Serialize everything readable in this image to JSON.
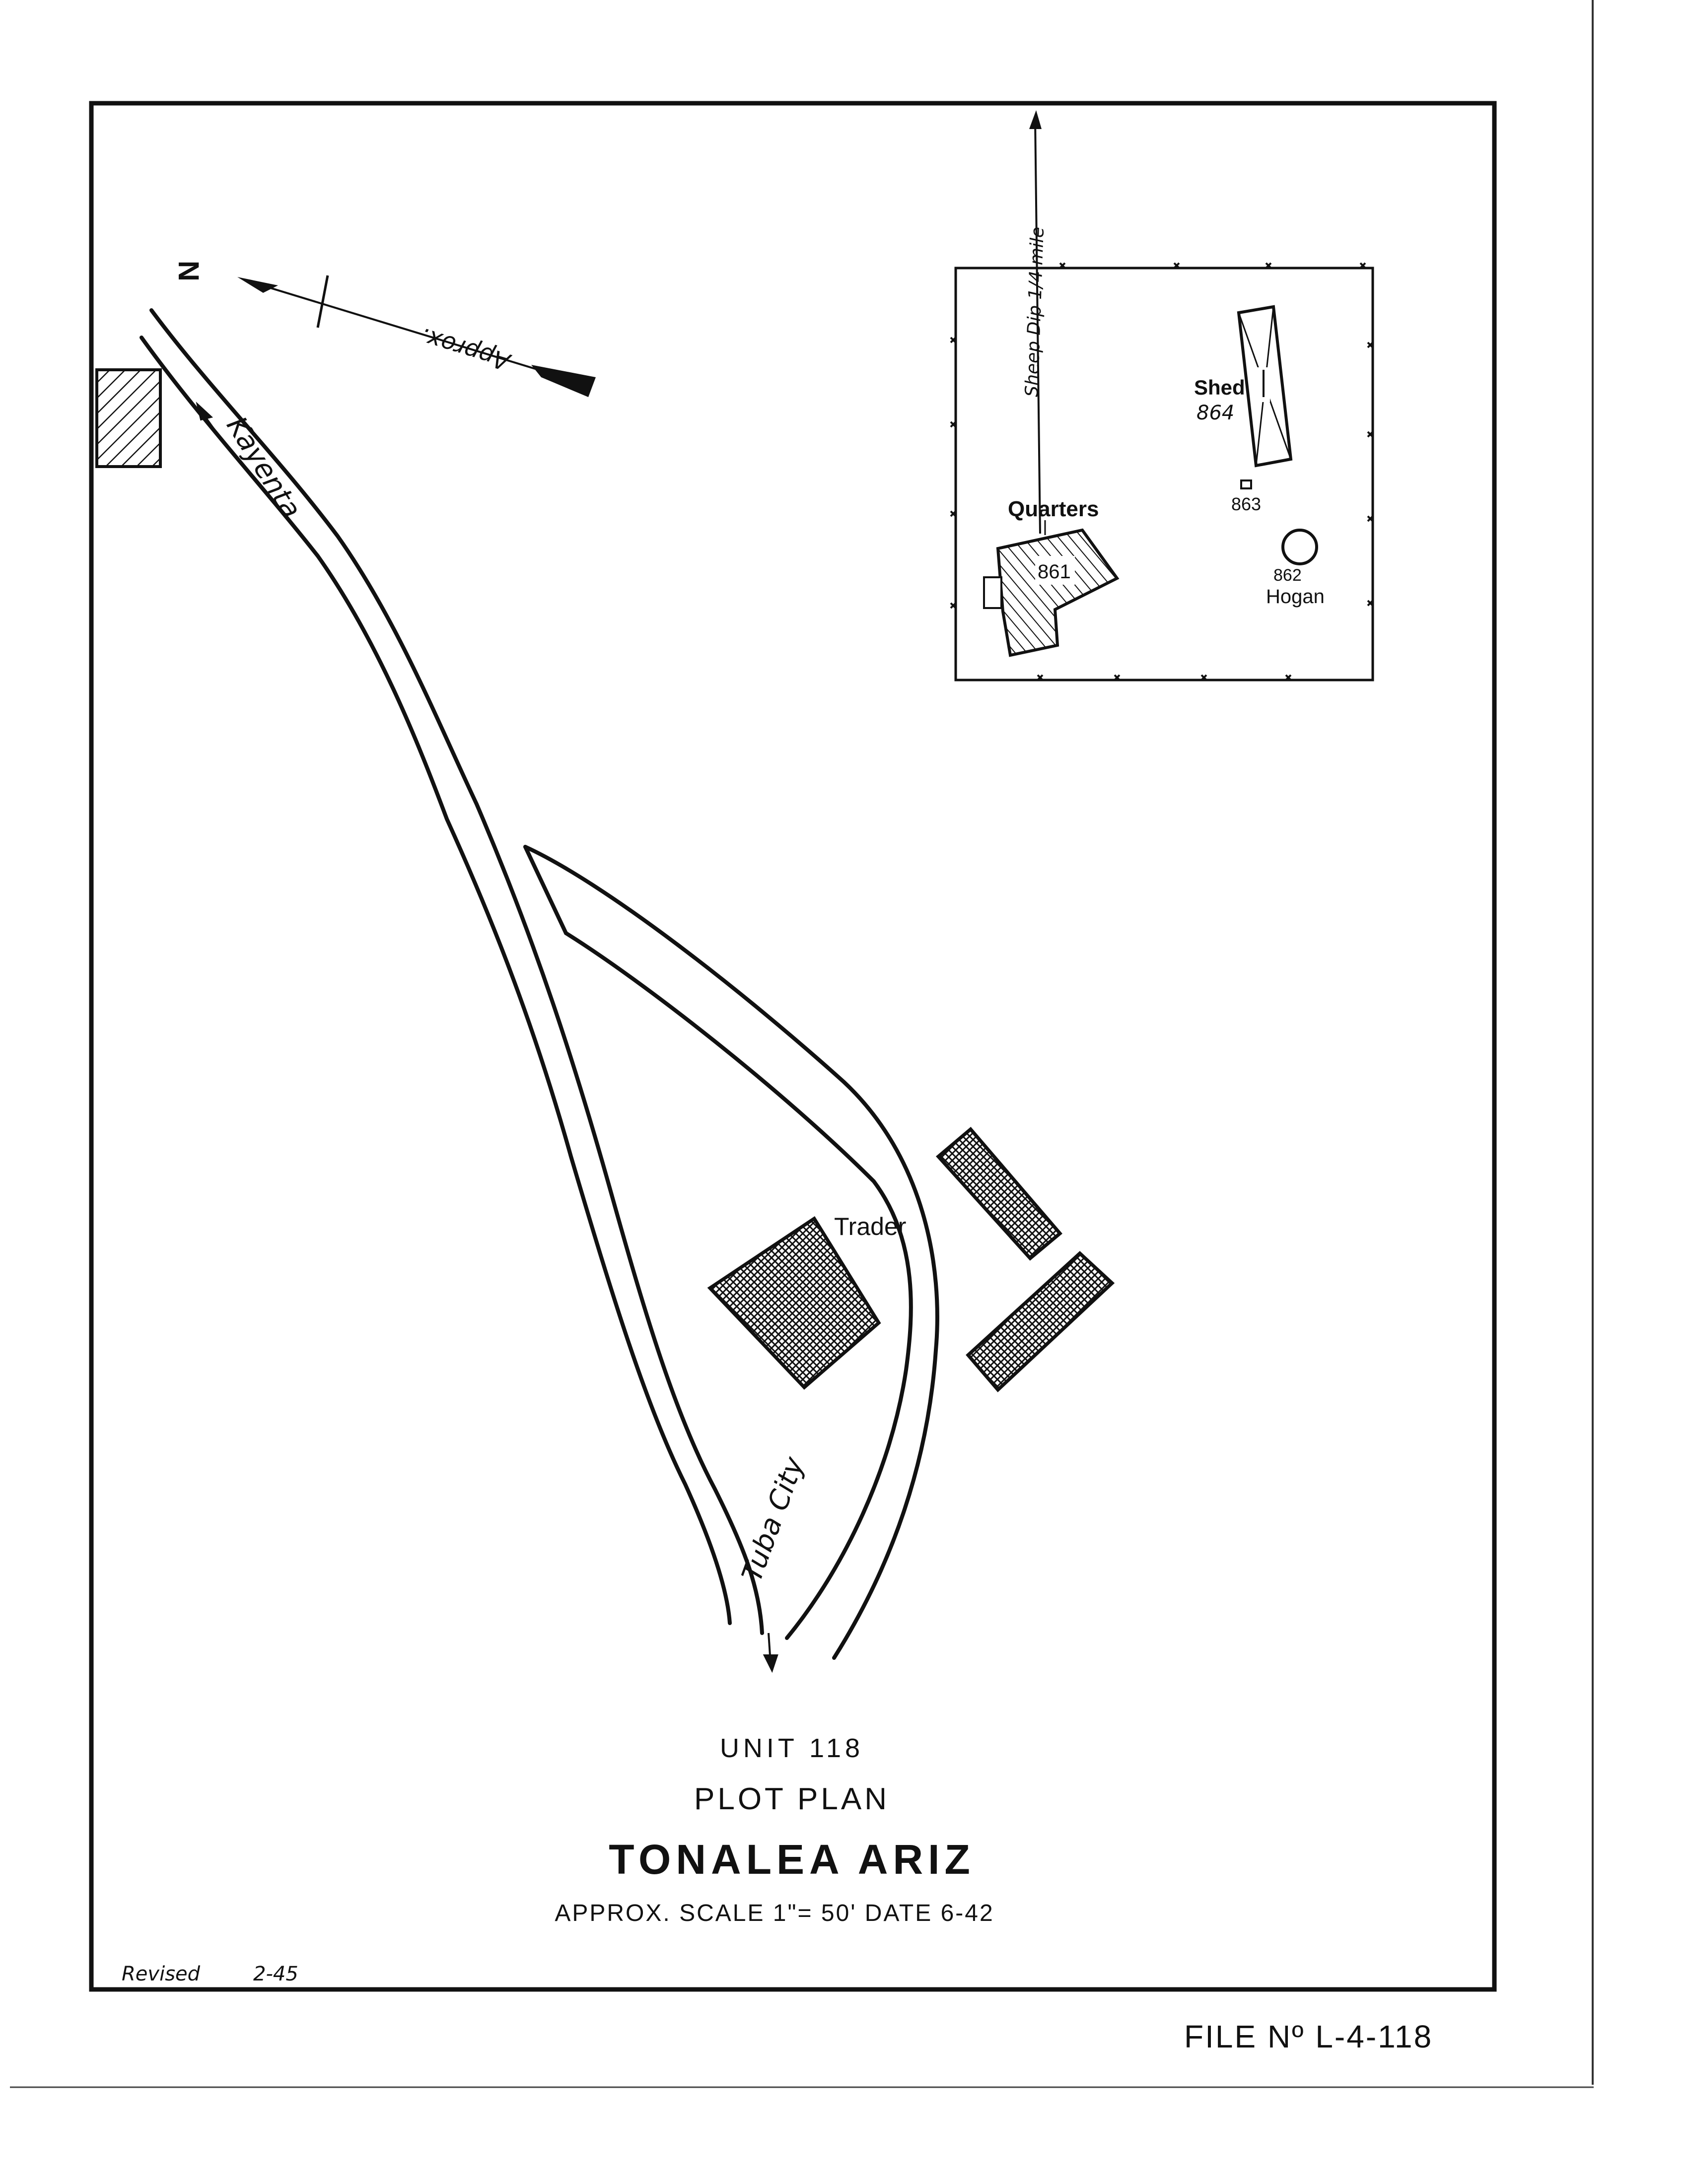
{
  "title_block": {
    "unit": "UNIT 118",
    "subtitle": "PLOT PLAN",
    "place": "TONALEA ARIZ",
    "scale_date": "APPROX. SCALE 1\"= 50' DATE 6-42"
  },
  "revision": {
    "label": "Revised",
    "date": "2-45"
  },
  "file_number": "FILE Nº L-4-118",
  "north_arrow": {
    "letter": "N",
    "note": "Approx."
  },
  "roads": {
    "kayenta": "Kayenta",
    "tuba_city": "Tuba City"
  },
  "labels": {
    "trader": "Trader",
    "sheep_dip": "Sheep Dip 1/4 mile",
    "quarters": "Quarters",
    "quarters_no": "861",
    "hogan_no": "862",
    "hogan": "Hogan",
    "bldg_863": "863",
    "shed": "Shed",
    "shed_no": "864"
  },
  "colors": {
    "ink": "#111111",
    "paper": "#ffffff"
  }
}
